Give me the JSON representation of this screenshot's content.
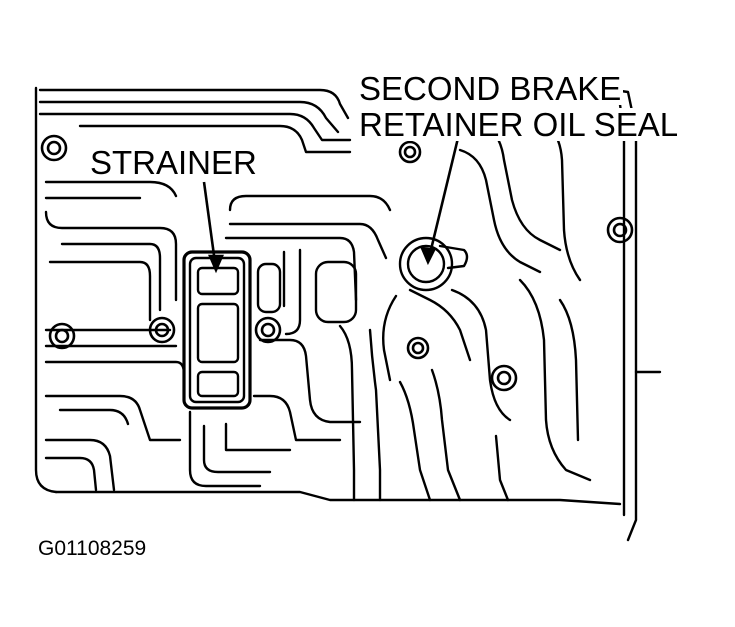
{
  "labels": {
    "second_brake_line1": "SECOND BRAKE",
    "second_brake_line2": "RETAINER OIL SEAL",
    "strainer": "STRAINER",
    "figure_id": "G01108259"
  },
  "colors": {
    "ink": "#000000",
    "paper": "#ffffff"
  }
}
